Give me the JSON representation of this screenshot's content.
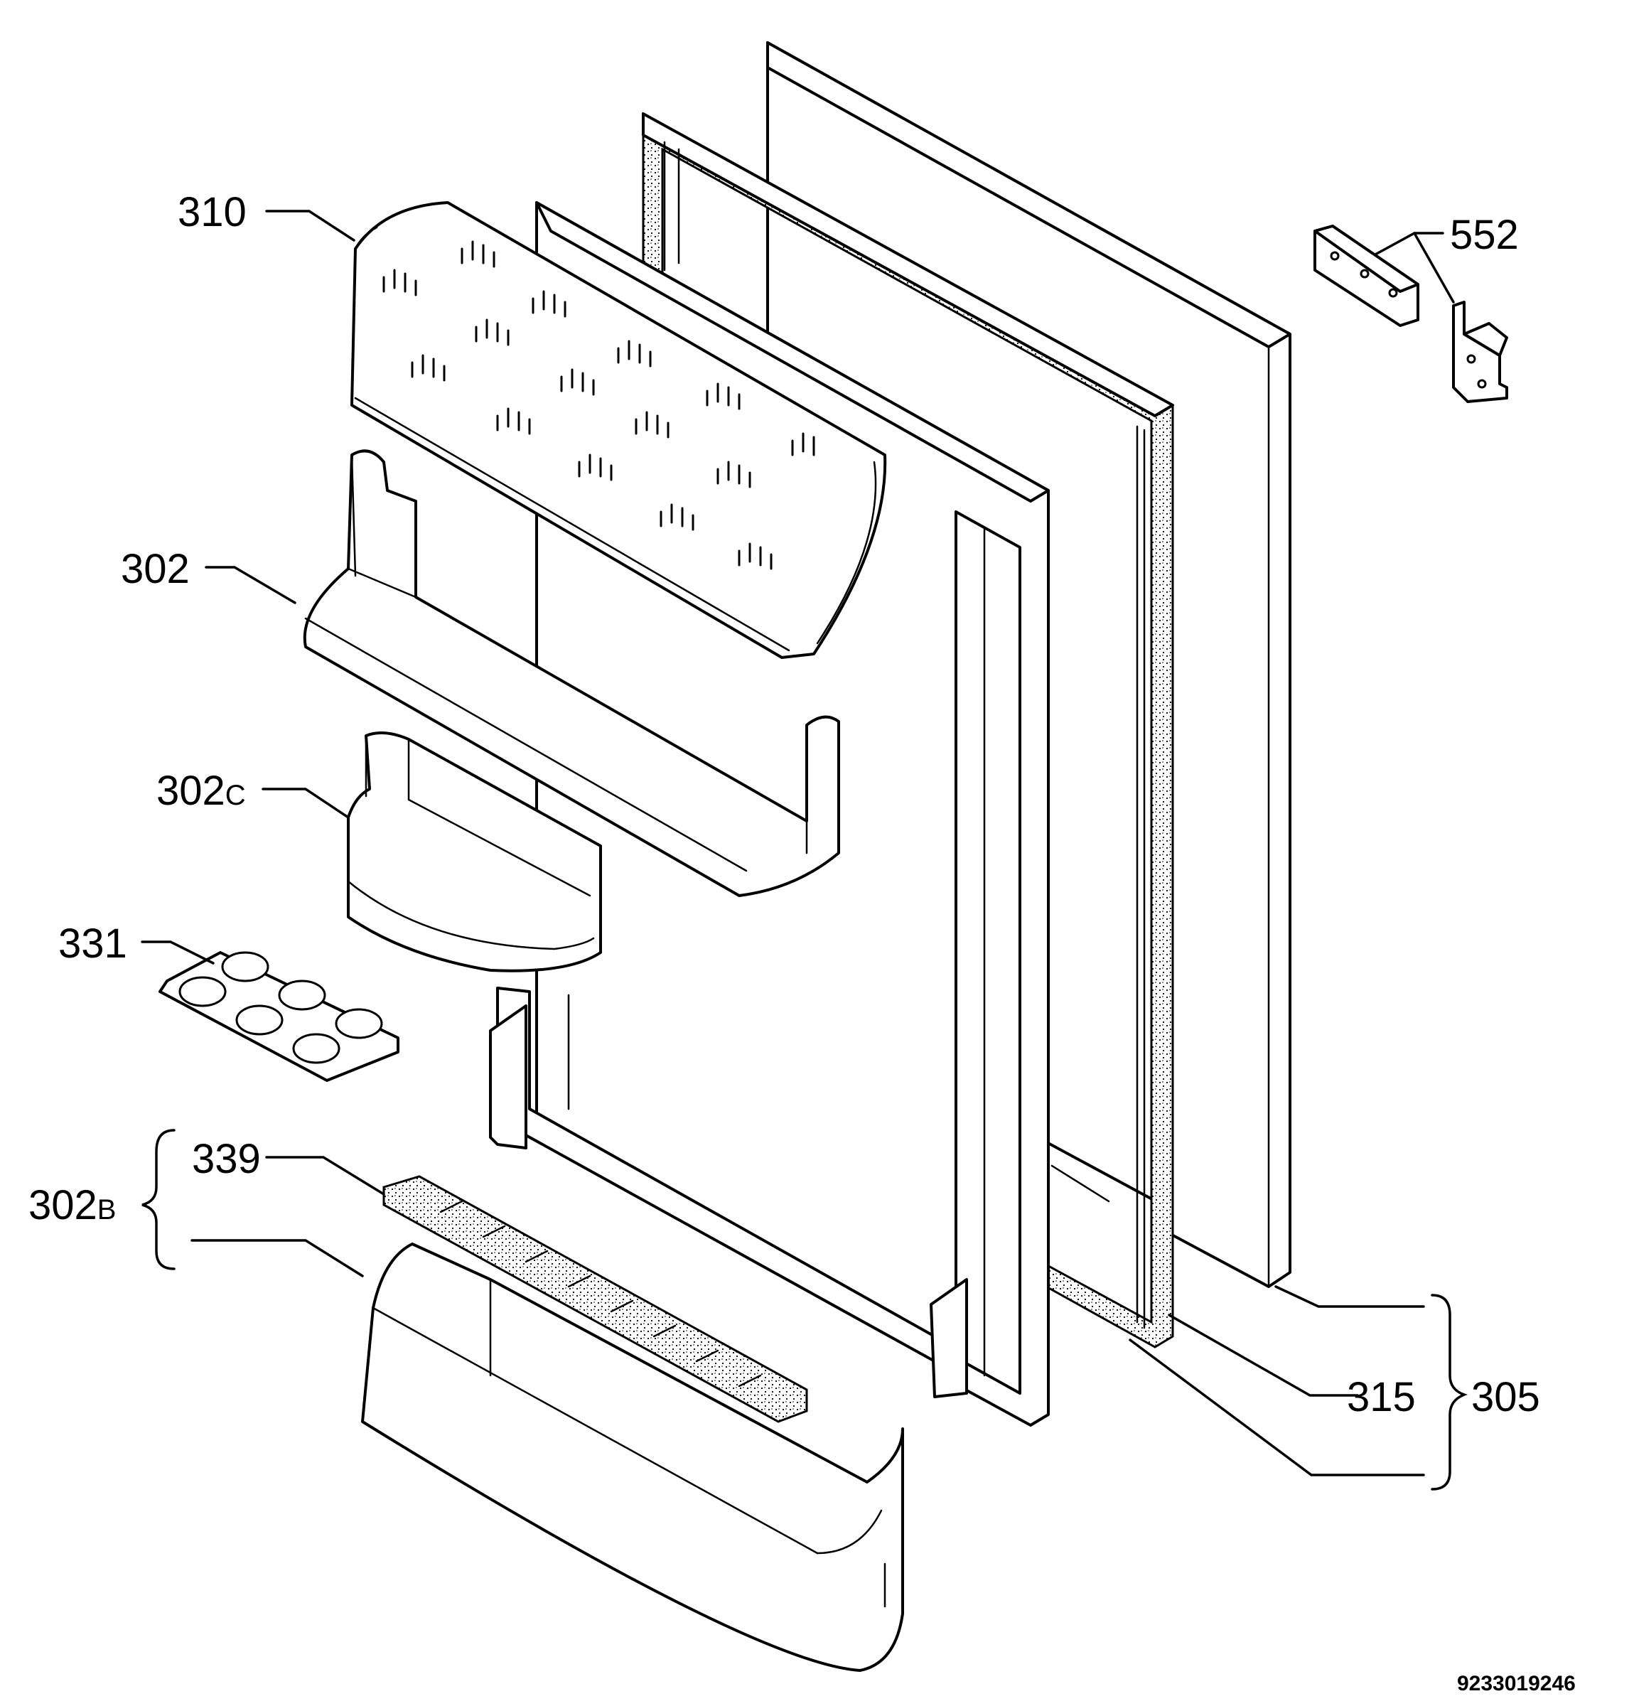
{
  "diagram": {
    "labels": {
      "l310": "310",
      "l302": "302",
      "l302c_main": "302",
      "l302c_suffix": "C",
      "l331": "331",
      "l302b_main": "302",
      "l302b_suffix": "B",
      "l339": "339",
      "l552": "552",
      "l315": "315",
      "l305": "305"
    },
    "document_number": "9233019246"
  }
}
